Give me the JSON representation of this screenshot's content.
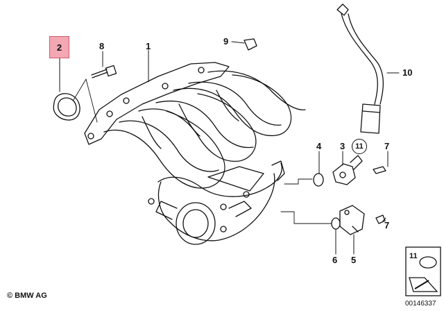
{
  "callouts": {
    "part1": "1",
    "part2": "2",
    "part3": "3",
    "part4": "4",
    "part5": "5",
    "part6": "6",
    "part7a": "7",
    "part7b": "7",
    "part8": "8",
    "part9": "9",
    "part10": "10",
    "part11": "11",
    "legend11": "11"
  },
  "highlight_color": "#f3a8b3",
  "footer": {
    "copyright": "© BMW AG",
    "reference": "00146337"
  }
}
